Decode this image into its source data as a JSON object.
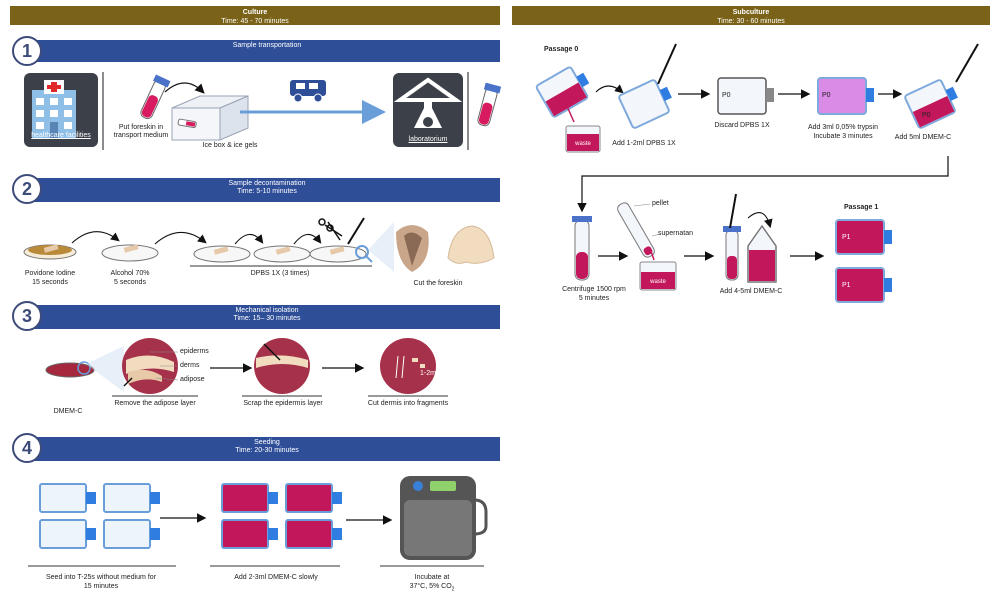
{
  "culture": {
    "title": "Culture",
    "time": "Time: 45 - 70 minutes"
  },
  "subculture": {
    "title": "Subculture",
    "time": "Time: 30 - 60 minutes"
  },
  "sections": [
    {
      "number": "1",
      "title": "Sample transportation",
      "time": ""
    },
    {
      "number": "2",
      "title": "Sample decontamination",
      "time": "Time: 5-10 minutes"
    },
    {
      "number": "3",
      "title": "Mechanical isolation",
      "time": "Time: 15– 30 minutes"
    },
    {
      "number": "4",
      "title": "Seeding",
      "time": "Time: 20-30 minutes"
    }
  ],
  "s1": {
    "healthcare": "healthcare facilities",
    "put_foreskin": "Put foreskin in",
    "transport_medium": "transport medium",
    "icebox": "Ice box & ice gels",
    "laboratorium": "laboratorium"
  },
  "s2": {
    "povidone": "Povidone Iodine",
    "povidone_time": "15 seconds",
    "alcohol": "Alcohol 70%",
    "alcohol_time": "5 seconds",
    "dpbs": "DPBS 1X (3 times)",
    "cut": "Cut the foreskin"
  },
  "s3": {
    "epidermis": "epiderms",
    "dermis": "derms",
    "adipose": "adipose",
    "dmem": "DMEM-C",
    "remove": "Remove the adipose layer",
    "scrap": "Scrap the epidermis layer",
    "cut_frag": "Cut dermis into fragments",
    "mm": "1-2mm"
  },
  "s4": {
    "seed_line1": "Seed into T-25s without medium for",
    "seed_line2": "15 minutes",
    "add": "Add 2-3ml DMEM-C slowly",
    "incubate_line1": "Incubate at",
    "incubate_line2": "37°C, 5% CO",
    "co2_sub": "2"
  },
  "sub": {
    "passage0": "Passage 0",
    "waste": "waste",
    "add_dpbs": "Add 1-2ml DPBS 1X",
    "discard": "Discard DPBS 1X",
    "p0a": "P0",
    "p0b": "P0",
    "p0c": "P0",
    "add_trypsin": "Add 3ml 0,05% trypsin",
    "incubate3": "Incubate 3 minutes",
    "add_dmem": "Add 5ml DMEM-C",
    "pellet": "pellet",
    "supernatan": "supernatan",
    "centrifuge": "Centrifuge 1500 rpm",
    "centrifuge_time": "5 minutes",
    "add_45": "Add 4-5ml DMEM-C",
    "passage1": "Passage 1",
    "p1a": "P1",
    "p1b": "P1"
  },
  "colors": {
    "band": "#7a6218",
    "section": "#2e4e98",
    "media": "#c2185b",
    "blue": "#2f7de1",
    "flask_pink": "#d98be6"
  }
}
